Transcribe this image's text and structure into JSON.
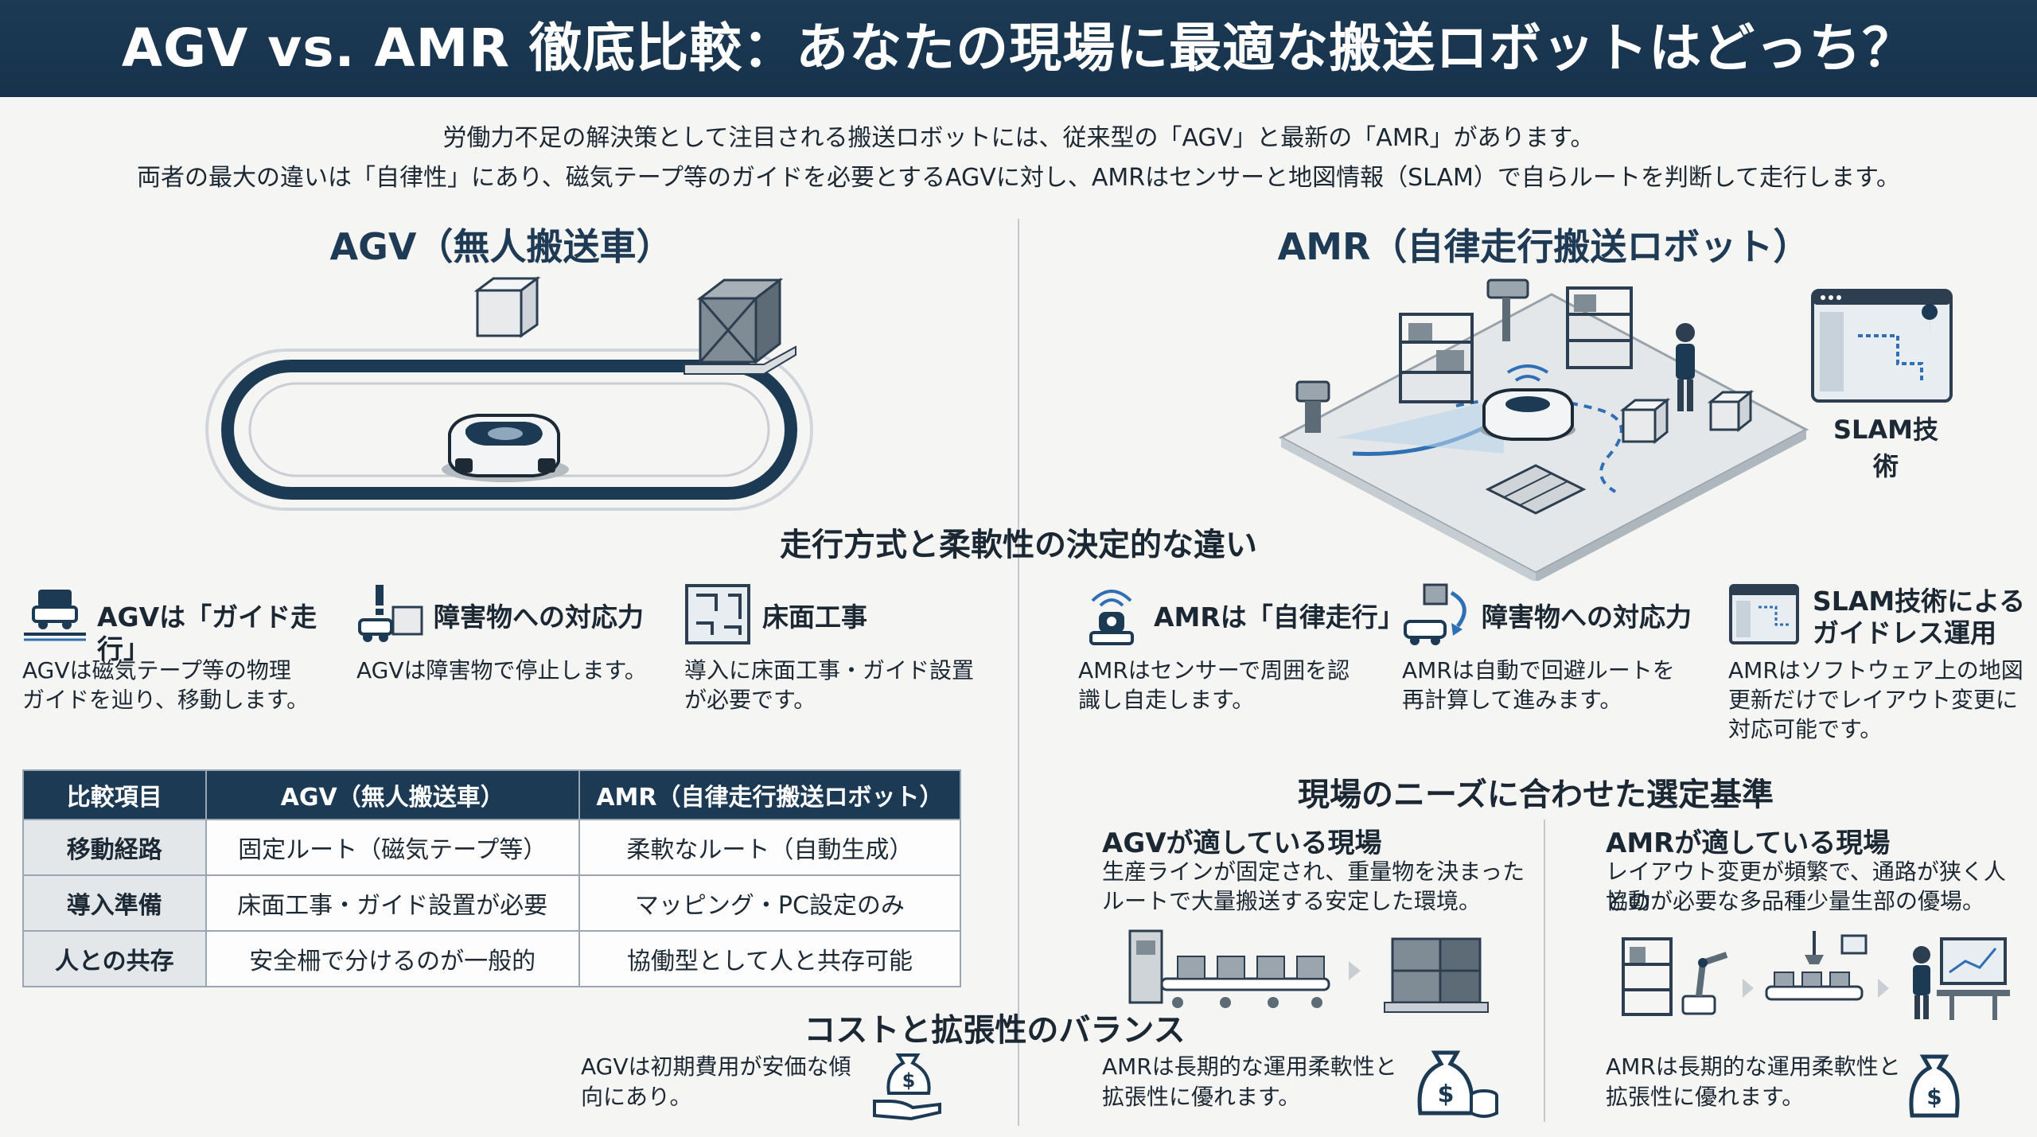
{
  "header": {
    "title": "AGV vs. AMR 徹底比較：あなたの現場に最適な搬送ロボットはどっち？"
  },
  "intro": {
    "line1": "労働力不足の解決策として注目される搬送ロボットには、従来型の「AGV」と最新の「AMR」があります。",
    "line2": "両者の最大の違いは「自律性」にあり、磁気テープ等のガイドを必要とするAGVに対し、AMRはセンサーと地図情報（SLAM）で自らルートを判断して走行します。"
  },
  "agv": {
    "title": "AGV（無人搬送車）"
  },
  "amr": {
    "title": "AMR（自律走行搬送ロボット）",
    "slam_label": "SLAM技術"
  },
  "differences": {
    "title": "走行方式と柔軟性の決定的な違い",
    "agv_items": [
      {
        "title": "AGVは「ガイド走行」",
        "desc1": "AGVは磁気テープ等の物理",
        "desc2": "ガイドを辿り、移動します。",
        "icon": "guided-vehicle-icon"
      },
      {
        "title": "障害物への対応力",
        "desc1": "AGVは障害物で停止します。",
        "desc2": "",
        "icon": "obstacle-stop-icon"
      },
      {
        "title": "床面工事",
        "desc1": "導入に床面工事・ガイド設置",
        "desc2": "が必要です。",
        "icon": "floor-plan-icon"
      }
    ],
    "amr_items": [
      {
        "title": "AMRは「自律走行」",
        "desc1": "AMRはセンサーで周囲を認",
        "desc2": "識し自走します。",
        "icon": "robot-sensor-icon"
      },
      {
        "title": "障害物への対応力",
        "desc1": "AMRは自動で回避ルートを",
        "desc2": "再計算して進みます。",
        "icon": "reroute-icon"
      },
      {
        "title1": "SLAM技術による",
        "title2": "ガイドレス運用",
        "desc1": "AMRはソフトウェア上の地図",
        "desc2": "更新だけでレイアウト変更に",
        "desc3": "対応可能です。",
        "icon": "map-screen-icon"
      }
    ]
  },
  "table": {
    "headers": [
      "比較項目",
      "AGV（無人搬送車）",
      "AMR（自律走行搬送ロボット）"
    ],
    "rows": [
      [
        "移動経路",
        "固定ルート（磁気テープ等）",
        "柔軟なルート（自動生成）"
      ],
      [
        "導入準備",
        "床面工事・ガイド設置が必要",
        "マッピング・PC設定のみ"
      ],
      [
        "人との共存",
        "安全柵で分けるのが一般的",
        "協働型として人と共存可能"
      ]
    ]
  },
  "cost": {
    "title": "コストと拡張性のバランス",
    "agv_desc1": "AGVは初期費用が安価な傾",
    "agv_desc2": "向にあり。",
    "amr_desc1": "AMRは長期的な運用柔軟性と",
    "amr_desc2": "拡張性に優れます。"
  },
  "criteria": {
    "title": "現場のニーズに合わせた選定基準",
    "agv_title": "AGVが適している現場",
    "agv_desc1": "生産ラインが固定され、重量物を決まった",
    "agv_desc2": "ルートで大量搬送する安定した環境。",
    "amr_title": "AMRが適している現場",
    "amr_desc1": "レイアウト変更が頻繁で、通路が狭く人との",
    "amr_desc2": "協動が必要な多品種少量生部の優場。",
    "amr_cost1": "AMRは長期的な運用柔軟性と",
    "amr_cost2": "拡張性に優れます。"
  },
  "colors": {
    "navy": "#1d3a55",
    "accent_blue": "#2f6fb3",
    "background": "#f5f6f4"
  }
}
